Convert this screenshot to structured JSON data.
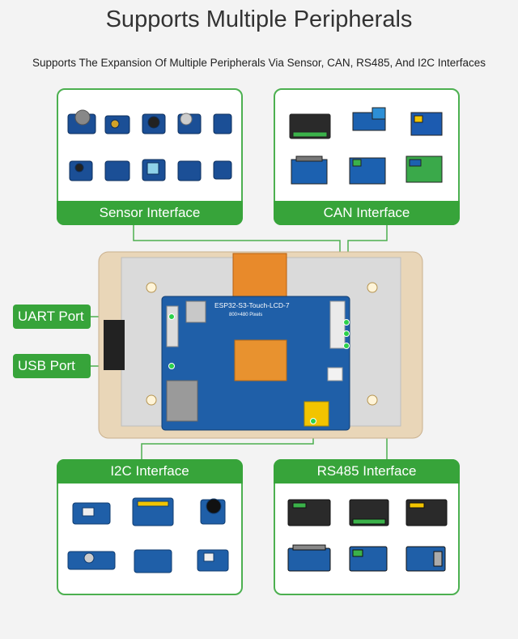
{
  "header": {
    "title": "Supports Multiple Peripherals",
    "subtitle": "Supports The Expansion Of Multiple Peripherals Via Sensor, CAN, RS485, And I2C Interfaces"
  },
  "panels": {
    "sensor": "Sensor Interface",
    "can": "CAN Interface",
    "i2c": "I2C Interface",
    "rs485": "RS485 Interface"
  },
  "ports": {
    "uart": "UART Port",
    "usb": "USB Port"
  },
  "board": {
    "model": "ESP32-S3-Touch-LCD-7",
    "resolution": "800×480 Pixels"
  },
  "colors": {
    "accent_green": "#37a43a",
    "pcb_blue": "#1f5fa8",
    "screen_bezel": "#e9d6b8"
  }
}
